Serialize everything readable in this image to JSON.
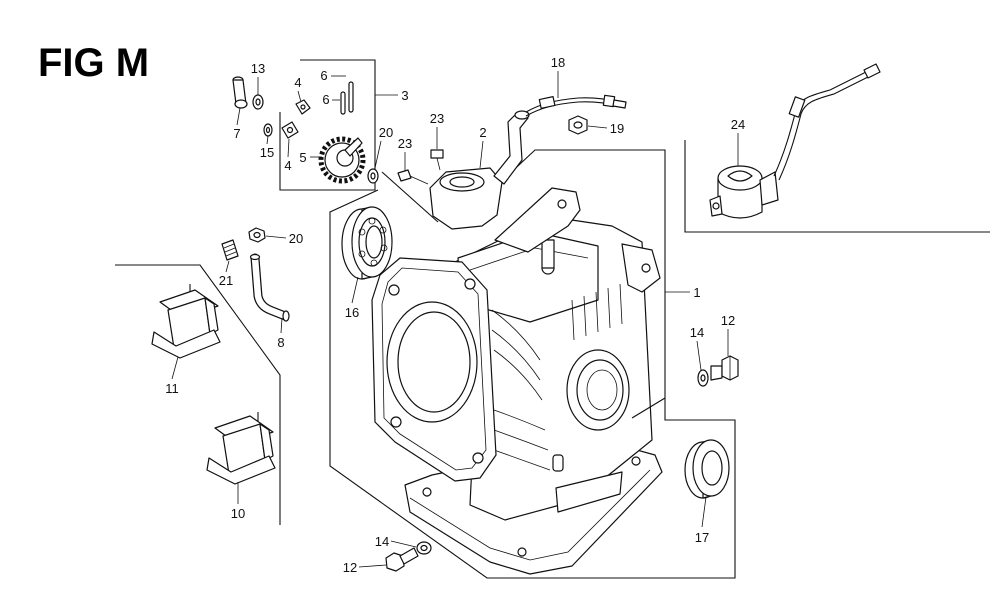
{
  "figure_title": "FIG M",
  "callouts": [
    "13",
    "4",
    "6",
    "6",
    "3",
    "7",
    "15",
    "4",
    "5",
    "20",
    "23",
    "23",
    "2",
    "18",
    "19",
    "24",
    "20",
    "21",
    "8",
    "11",
    "10",
    "16",
    "1",
    "14",
    "12",
    "17",
    "14",
    "12"
  ]
}
